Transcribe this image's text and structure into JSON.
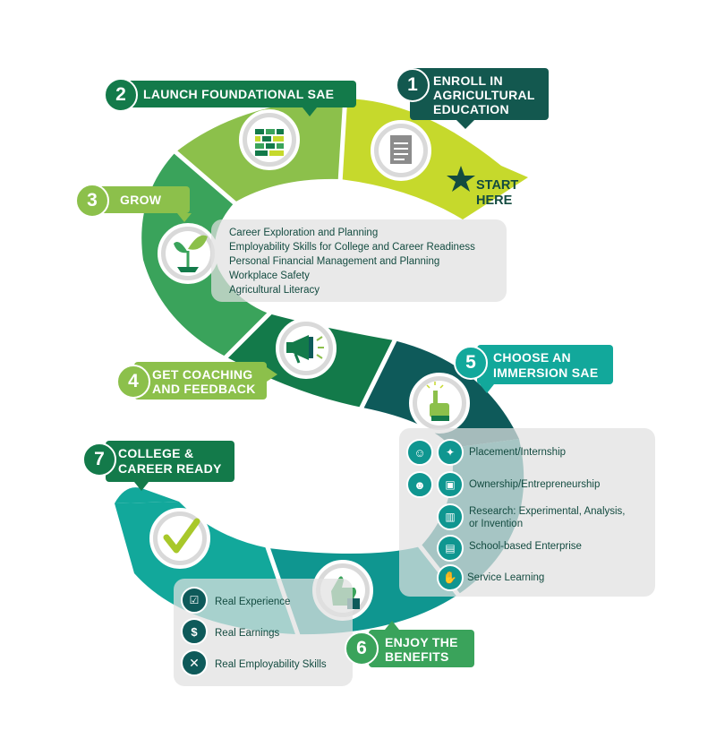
{
  "steps": {
    "s1": {
      "num": "1",
      "line1": "ENROLL IN",
      "line2": "AGRICULTURAL",
      "line3": "EDUCATION"
    },
    "s2": {
      "num": "2",
      "title": "LAUNCH FOUNDATIONAL SAE"
    },
    "s3": {
      "num": "3",
      "title": "GROW"
    },
    "s4": {
      "num": "4",
      "line1": "GET COACHING",
      "line2": "AND FEEDBACK"
    },
    "s5": {
      "num": "5",
      "line1": "CHOOSE AN",
      "line2": "IMMERSION SAE"
    },
    "s6": {
      "num": "6",
      "line1": "ENJOY THE",
      "line2": "BENEFITS"
    },
    "s7": {
      "num": "7",
      "line1": "COLLEGE &",
      "line2": "CAREER READY"
    }
  },
  "start": {
    "line1": "START",
    "line2": "HERE"
  },
  "grow_items": [
    "Career Exploration and Planning",
    "Employability Skills for College and Career Readiness",
    "Personal Financial Management and Planning",
    "Workplace Safety",
    "Agricultural Literacy"
  ],
  "immersion_items": {
    "i1": "Placement/Internship",
    "i2": "Ownership/Entrepreneurship",
    "i3a": "Research: Experimental, Analysis,",
    "i3b": "or Invention",
    "i4": "School-based Enterprise",
    "i5": "Service Learning"
  },
  "benefit_items": [
    "Real Experience",
    "Real Earnings",
    "Real Employability Skills"
  ],
  "icons": {
    "enroll": "document-icon",
    "launch": "bricks-icon",
    "grow": "seedling-icon",
    "coaching": "megaphone-icon",
    "immersion": "raised-hand-icon",
    "benefits": "thumbs-up-icon",
    "ready": "checkmark-icon"
  },
  "colors": {
    "lime": "#c6d92c",
    "green_light": "#8cc04b",
    "green": "#3aa35b",
    "green_dark": "#137a4a",
    "teal_dark": "#0e5a5a",
    "teal": "#0f9690",
    "teal_light": "#12a89b",
    "navy_teal": "#13584f"
  }
}
